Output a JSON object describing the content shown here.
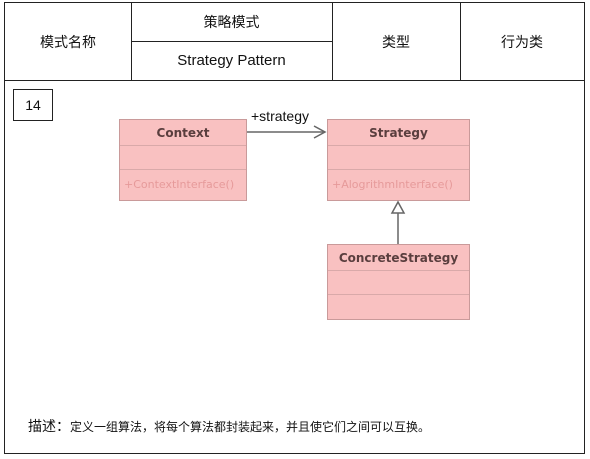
{
  "header": {
    "name_label": "模式名称",
    "pattern_cn": "策略模式",
    "pattern_en": "Strategy Pattern",
    "type_label": "类型",
    "type_value": "行为类"
  },
  "figure_number": "14",
  "diagram": {
    "context": {
      "name": "Context",
      "operation": "+ContextInterface()"
    },
    "strategy": {
      "name": "Strategy",
      "operation": "+AlogrithmInterface()"
    },
    "concrete": {
      "name": "ConcreteStrategy"
    },
    "association_label": "+strategy"
  },
  "description": {
    "label": "描述：",
    "text": "定义一组算法，将每个算法都封装起来，并且使它们之间可以互换。"
  },
  "colors": {
    "class_fill": "#f9c1c1",
    "class_border": "#c99a9a",
    "operation_text": "#e69a9a"
  }
}
